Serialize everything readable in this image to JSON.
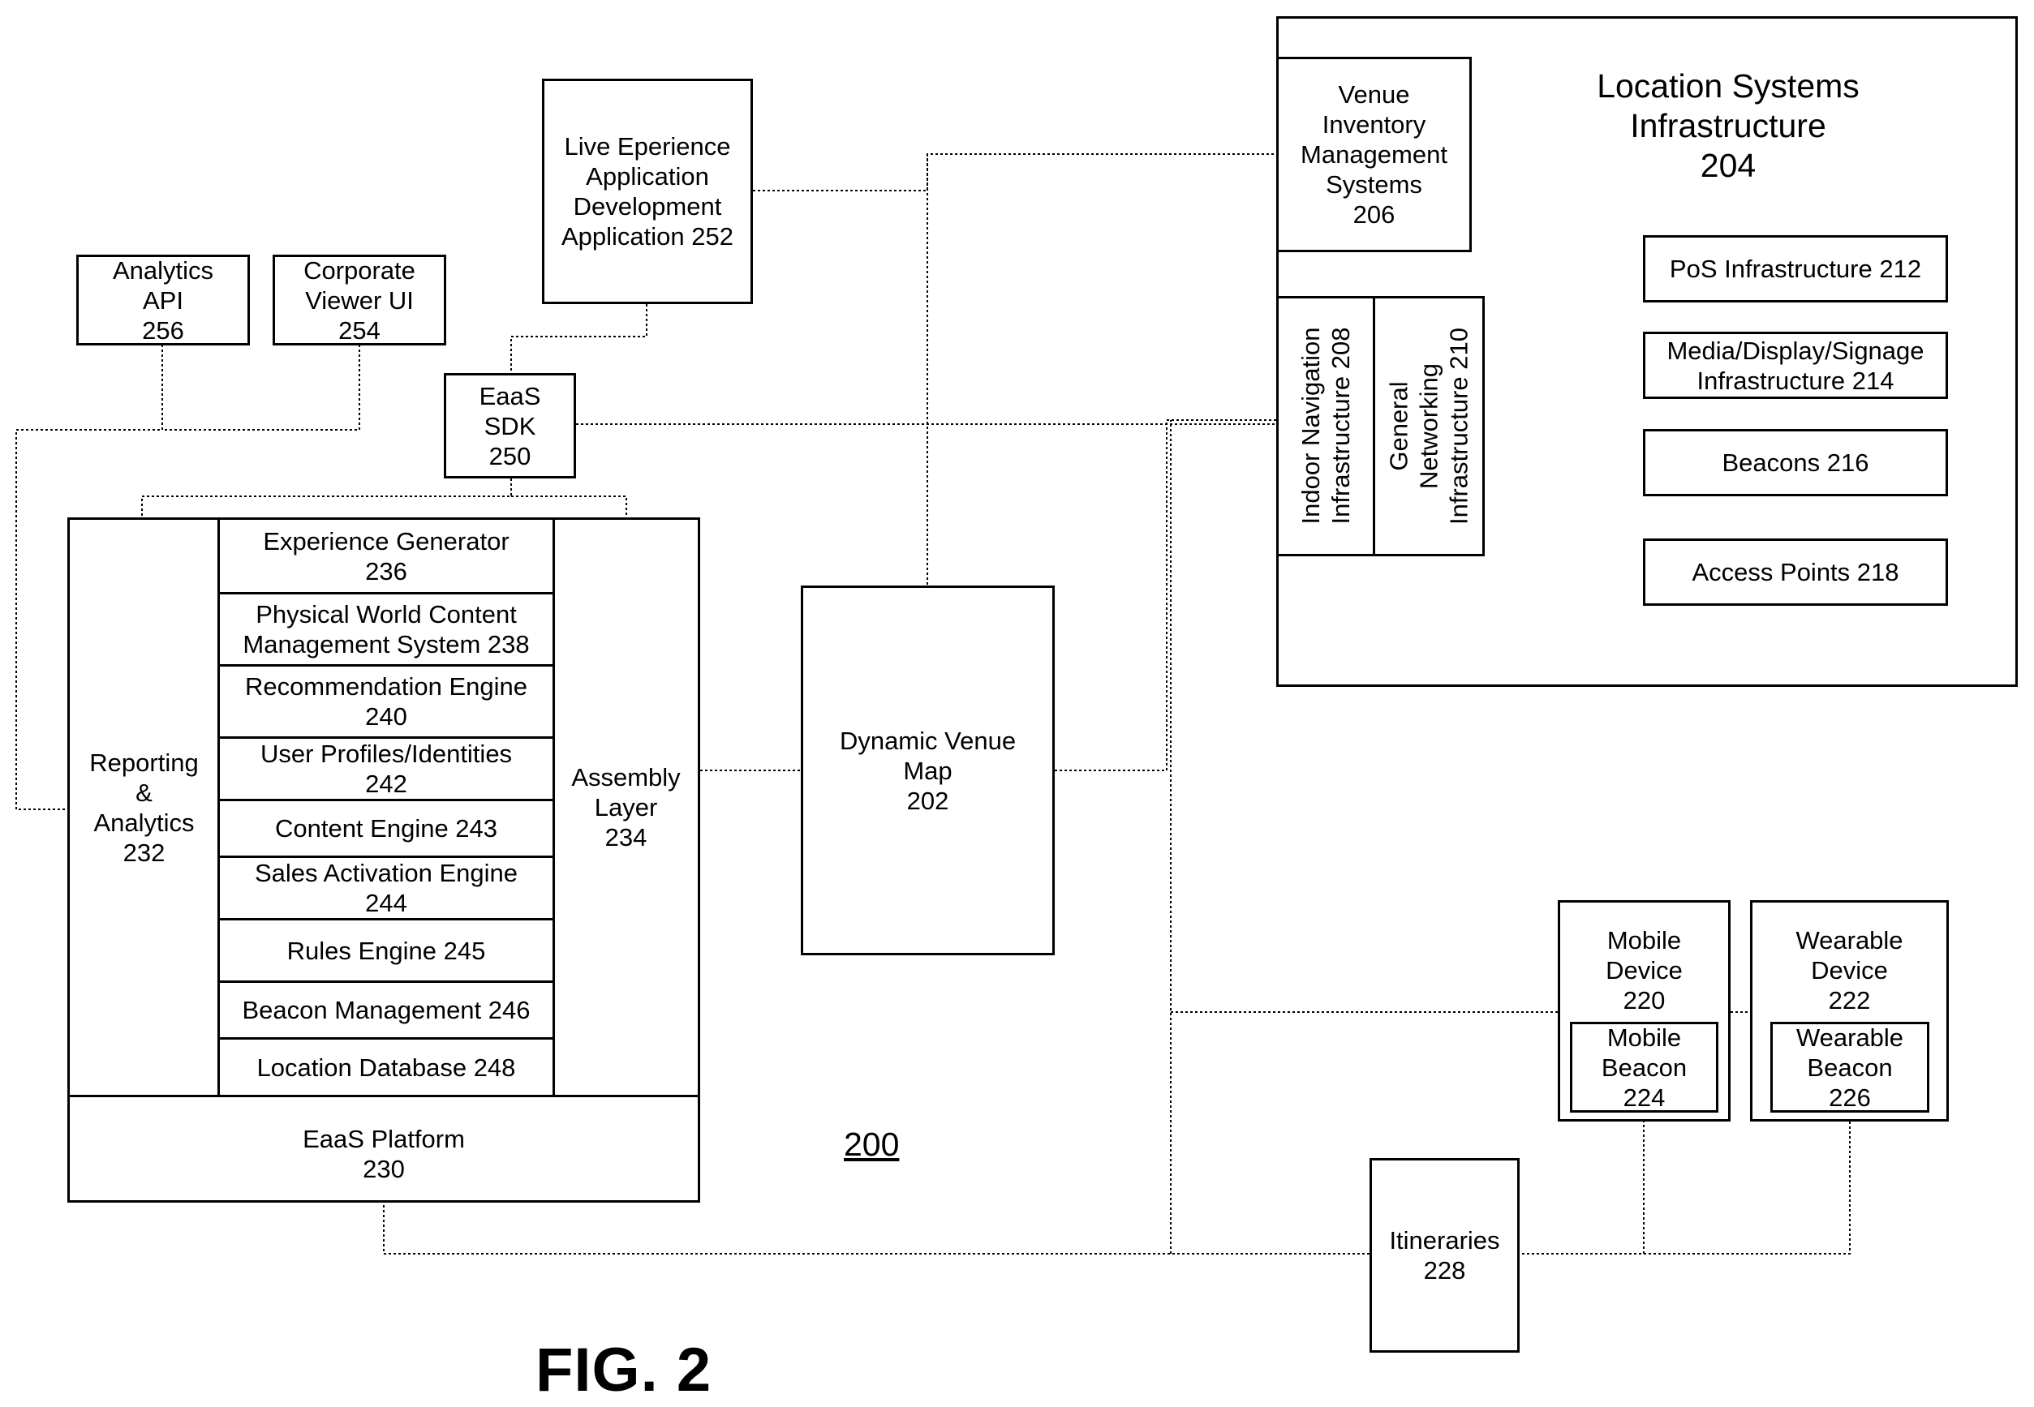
{
  "figure_label": "FIG. 2",
  "diagram_ref": "200",
  "nodes": {
    "analytics_api": "Analytics\nAPI\n256",
    "corporate_viewer": "Corporate\nViewer UI\n254",
    "live_experience": "Live Eperience\nApplication\nDevelopment\nApplication 252",
    "eaas_sdk": "EaaS\nSDK\n250",
    "reporting": "Reporting\n&\nAnalytics\n232",
    "experience_generator": "Experience Generator\n236",
    "physical_world": "Physical World Content\nManagement System 238",
    "recommendation": "Recommendation Engine\n240",
    "user_profiles": "User Profiles/Identities\n242",
    "content_engine": "Content Engine 243",
    "sales_activation": "Sales Activation Engine\n244",
    "rules_engine": "Rules Engine 245",
    "beacon_management": "Beacon Management 246",
    "location_database": "Location Database 248",
    "assembly_layer": "Assembly\nLayer\n234",
    "eaas_platform": "EaaS Platform\n230",
    "dynamic_venue_map": "Dynamic Venue\nMap\n202",
    "location_systems": "Location Systems\nInfrastructure\n204",
    "venue_inventory": "Venue\nInventory\nManagement\nSystems\n206",
    "indoor_navigation": "Indoor Navigation\nInfrastructure 208",
    "general_networking": "General\nNetworking\nInfrastructure 210",
    "pos": "PoS Infrastructure 212",
    "media_display": "Media/Display/Signage\nInfrastructure 214",
    "beacons": "Beacons 216",
    "access_points": "Access Points 218",
    "mobile_device": "Mobile\nDevice\n220",
    "mobile_beacon": "Mobile\nBeacon\n224",
    "wearable_device": "Wearable\nDevice\n222",
    "wearable_beacon": "Wearable\nBeacon\n226",
    "itineraries": "Itineraries\n228"
  }
}
